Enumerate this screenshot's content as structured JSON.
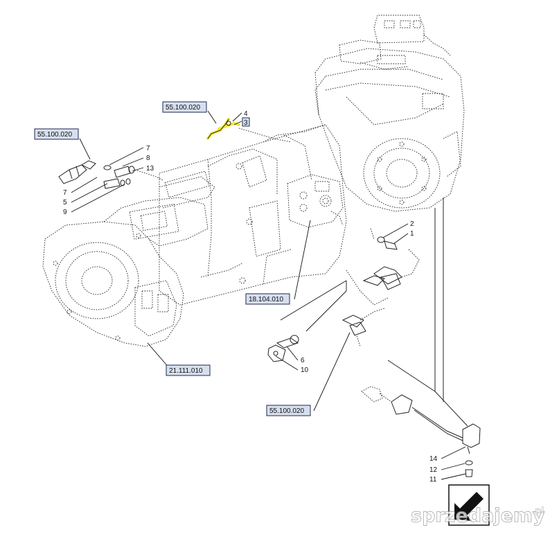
{
  "diagram": {
    "ref_labels": [
      {
        "id": "ref-55-100-020-top",
        "text": "55.100.020"
      },
      {
        "id": "ref-55-100-020-left",
        "text": "55.100.020"
      },
      {
        "id": "ref-18-104-010",
        "text": "18.104.010"
      },
      {
        "id": "ref-21-111-010",
        "text": "21.111.010"
      },
      {
        "id": "ref-55-100-020-bottom",
        "text": "55.100.020"
      }
    ],
    "part_numbers": {
      "p4": "4",
      "p3": "3",
      "p7a": "7",
      "p8": "8",
      "p13": "13",
      "p7b": "7",
      "p5": "5",
      "p9": "9",
      "p2": "2",
      "p1": "1",
      "p6": "6",
      "p10": "10",
      "p14": "14",
      "p12": "12",
      "p11": "11"
    },
    "highlight_color": "#f5e63a",
    "line_color": "#222222"
  },
  "watermark": {
    "brand": "sprzedajemy",
    "suffix": ".pl"
  }
}
